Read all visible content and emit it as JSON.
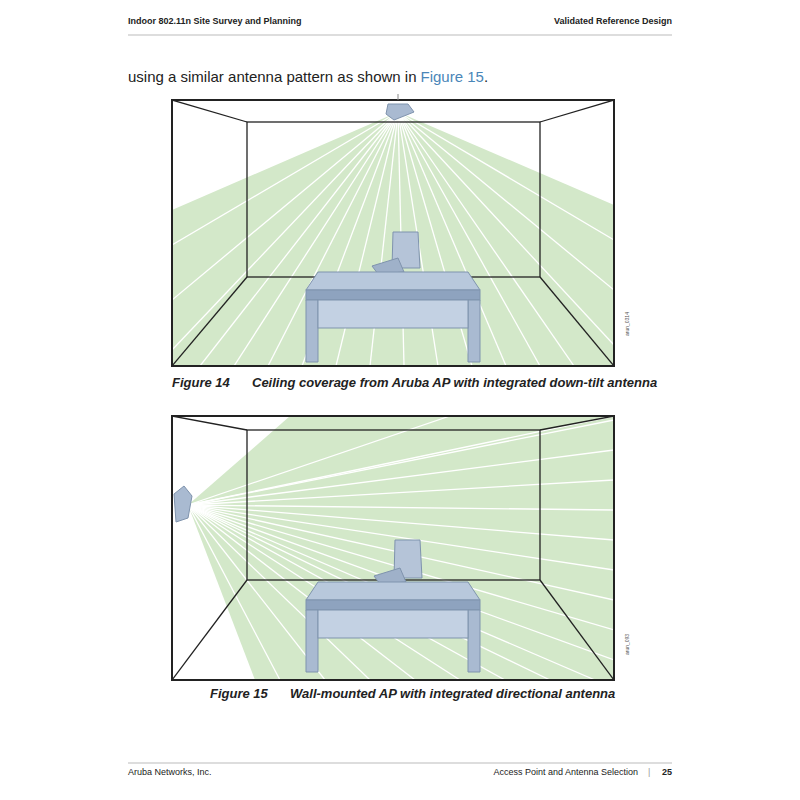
{
  "diagram": {
    "labels": [
      "Indoor 802.11n Site Survey and Planning",
      "Validated Reference Design",
      "using a similar antenna pattern as shown in",
      "Figure 15",
      ".",
      "Figure 14",
      "Ceiling coverage from Aruba AP with integrated down-tilt antenna",
      "Figure 15",
      "Wall-mounted AP with integrated directional antenna",
      "arun_0314",
      "arun_093",
      "Aruba Networks, Inc.",
      "Access Point and Antenna Selection",
      "|",
      "25"
    ]
  }
}
